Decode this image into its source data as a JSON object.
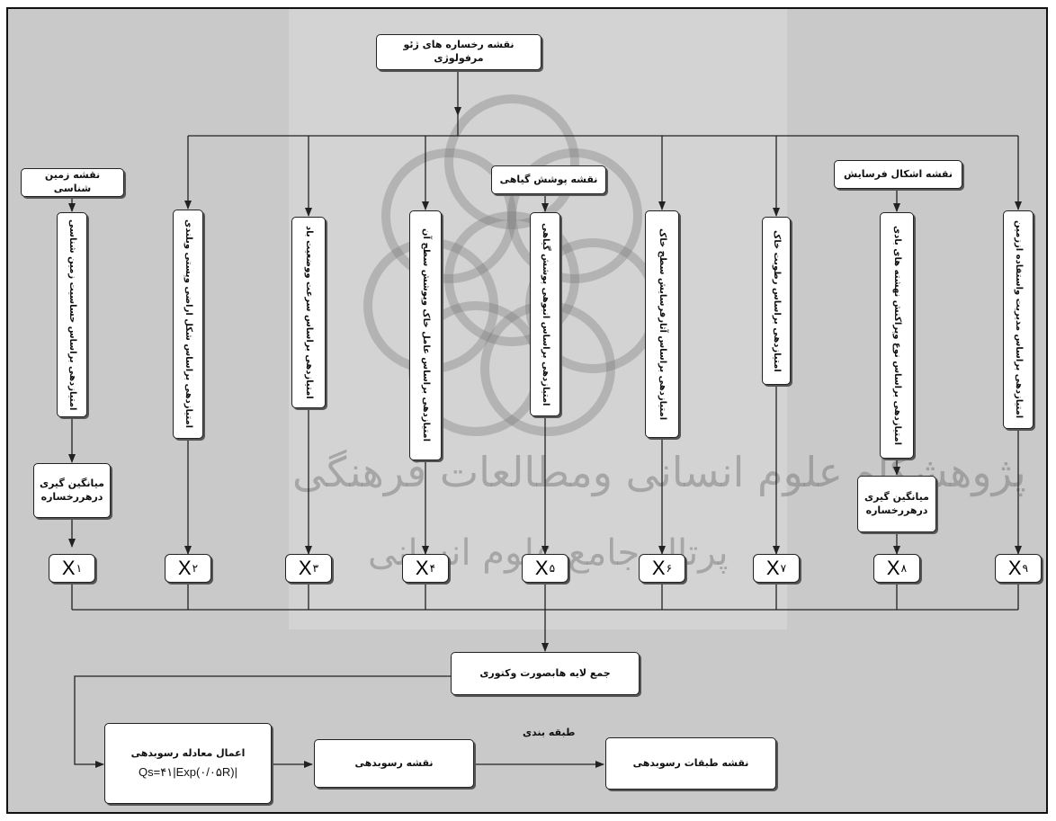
{
  "top": {
    "source_map": "نقشه رخساره های ژئو مرفولوژی"
  },
  "side_sources": {
    "geology_map": "نقشه زمین شناسی",
    "vegetation_map": "نقشه پوشش گیاهی",
    "erosion_forms_map": "نقشه اشکال فرسایش"
  },
  "factors": [
    {
      "label": "امتیازدهی براساس حساسیت زمین شناسی",
      "var": "X",
      "sub": "۱"
    },
    {
      "label": "امتیازدهی براساس شکل اراضی وپستی وبلندی",
      "var": "X",
      "sub": "۲"
    },
    {
      "label": "امتیازدهی براساس سرعت ووضعیت باد",
      "var": "X",
      "sub": "۳"
    },
    {
      "label": "امتیازدهی براساس عامل خاک وپوشش سطح آن",
      "var": "X",
      "sub": "۴"
    },
    {
      "label": "امتیازدهی براساس انبوهی پوشش گیاهی",
      "var": "X",
      "sub": "۵"
    },
    {
      "label": "امتیازدهی براساس آثارفرسایش سطح خاک",
      "var": "X",
      "sub": "۶"
    },
    {
      "label": "امتیازدهی براساس رطوبت خاک",
      "var": "X",
      "sub": "۷"
    },
    {
      "label": "امتیازدهی براساس نوع وپراکنش نهشته های بادی",
      "var": "X",
      "sub": "۸"
    },
    {
      "label": "امتیازدهی براساس مدیریت واستفاده اززمین",
      "var": "X",
      "sub": "۹"
    }
  ],
  "averaging": {
    "line1": "میانگین گیری",
    "line2": "درهررخساره"
  },
  "bottom": {
    "sum_layers": "جمع لایه هابصورت وکتوری",
    "apply_equation": "اعمال معادله رسوبدهی",
    "equation": "Qs=۴۱|Exp(۰/۰۵R)|",
    "sediment_map": "نقشه رسوبدهی",
    "classification": "طبقه بندی",
    "sediment_classes_map": "نقشه طبقات رسوبدهی"
  },
  "watermark": {
    "line1": "پژوهشگاه علوم انسانی ومطالعات فرهنگی",
    "line2": "پرتال جامع علوم انسانی"
  }
}
